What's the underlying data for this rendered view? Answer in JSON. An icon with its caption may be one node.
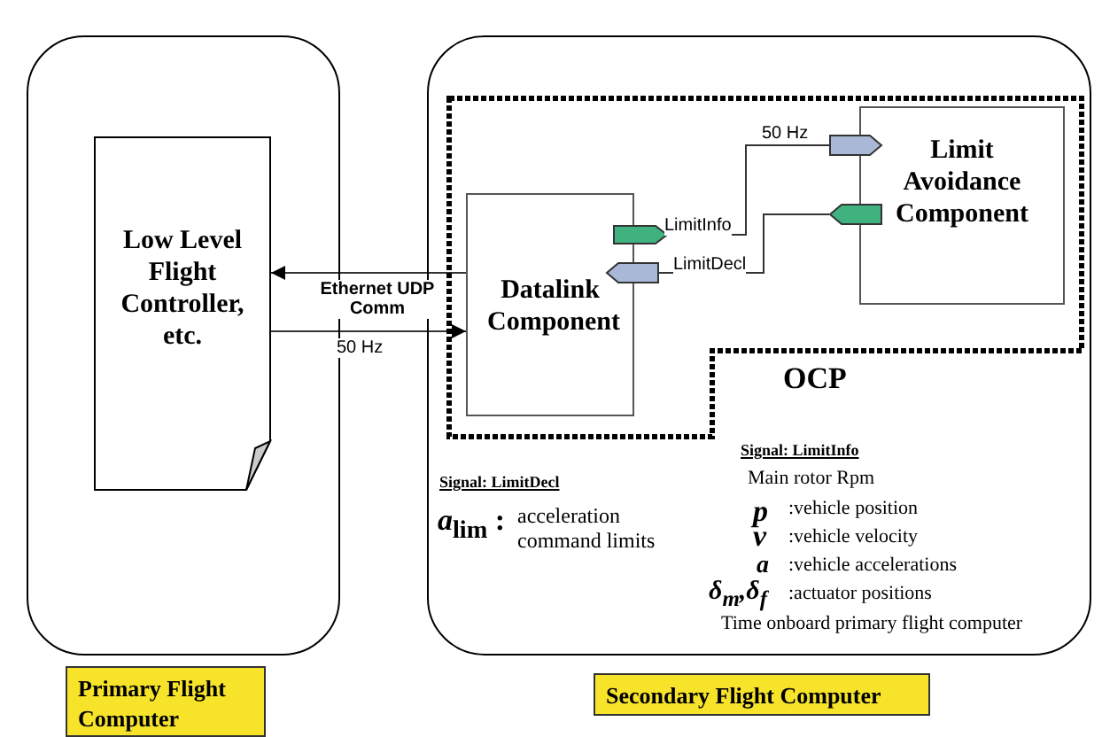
{
  "diagram": {
    "nodes": [
      {
        "text": [],
        "shape": "box"
      },
      {
        "text": [
          "Low Level Flight Controller, etc."
        ],
        "in": 0
      },
      {
        "text": [],
        "shape": "box"
      },
      {
        "text": [
          "OCP"
        ],
        "in": 2
      },
      {
        "text": [
          "Datalink Component"
        ],
        "in": 3
      },
      {
        "text": [
          "Limit Avoidance Component"
        ],
        "in": 3
      },
      {
        "text": [],
        "shape": "pentagon",
        "in": 3
      },
      {
        "text": [],
        "shape": "pentagon",
        "in": 3
      },
      {
        "text": [],
        "shape": "pentagon",
        "in": 3
      },
      {
        "text": [],
        "shape": "pentagon",
        "in": 3
      },
      {
        "text": [
          "Primary Flight Computer"
        ]
      },
      {
        "text": [
          "Secondary Flight Computer"
        ]
      }
    ],
    "edges": [
      {
        "from": 4,
        "to": 1,
        "arrow": "to",
        "label": "Ethernet UDP Comm"
      },
      {
        "from": 1,
        "to": 4,
        "arrow": "to",
        "label": "50 Hz"
      },
      {
        "from": 6,
        "to": 8,
        "arrow": "none",
        "label": "LimitInfo"
      },
      {
        "from": 9,
        "to": 7,
        "arrow": "none",
        "label": "LimitDecl"
      }
    ],
    "labels": [
      "50 Hz",
      "Signal: LimitDecl",
      "*a*$_{lim}$ :",
      "acceleration command limits",
      "Signal: LimitInfo",
      "Main rotor Rpm",
      "p",
      ":vehicle position",
      "v",
      ":vehicle velocity",
      "a",
      ":vehicle accelerations",
      "δ$_{m}$,δ$_{f}$",
      ":actuator positions",
      "Time onboard primary flight computer"
    ]
  }
}
